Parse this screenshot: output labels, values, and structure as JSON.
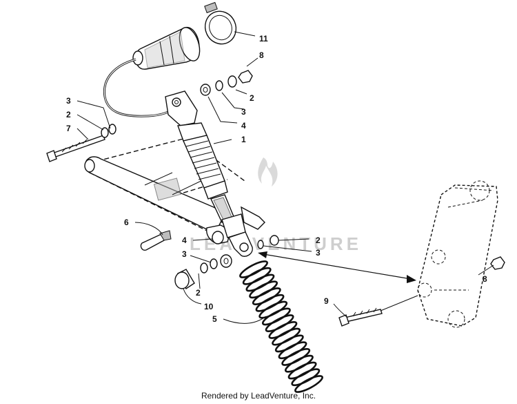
{
  "footer": "Rendered by LeadVenture, Inc.",
  "watermark": "LEADVENTURE",
  "callouts": {
    "c11": "11",
    "c8_top": "8",
    "c3_left_top": "3",
    "c2_left_top": "2",
    "c7": "7",
    "c2_right_top": "2",
    "c3_right_top": "3",
    "c4_top": "4",
    "c1": "1",
    "c6": "6",
    "c4_mid": "4",
    "c2_mid_right": "2",
    "c3_mid_left": "3",
    "c3_mid_right": "3",
    "c2_low": "2",
    "c10": "10",
    "c5": "5",
    "c9": "9",
    "c8_right": "8"
  }
}
